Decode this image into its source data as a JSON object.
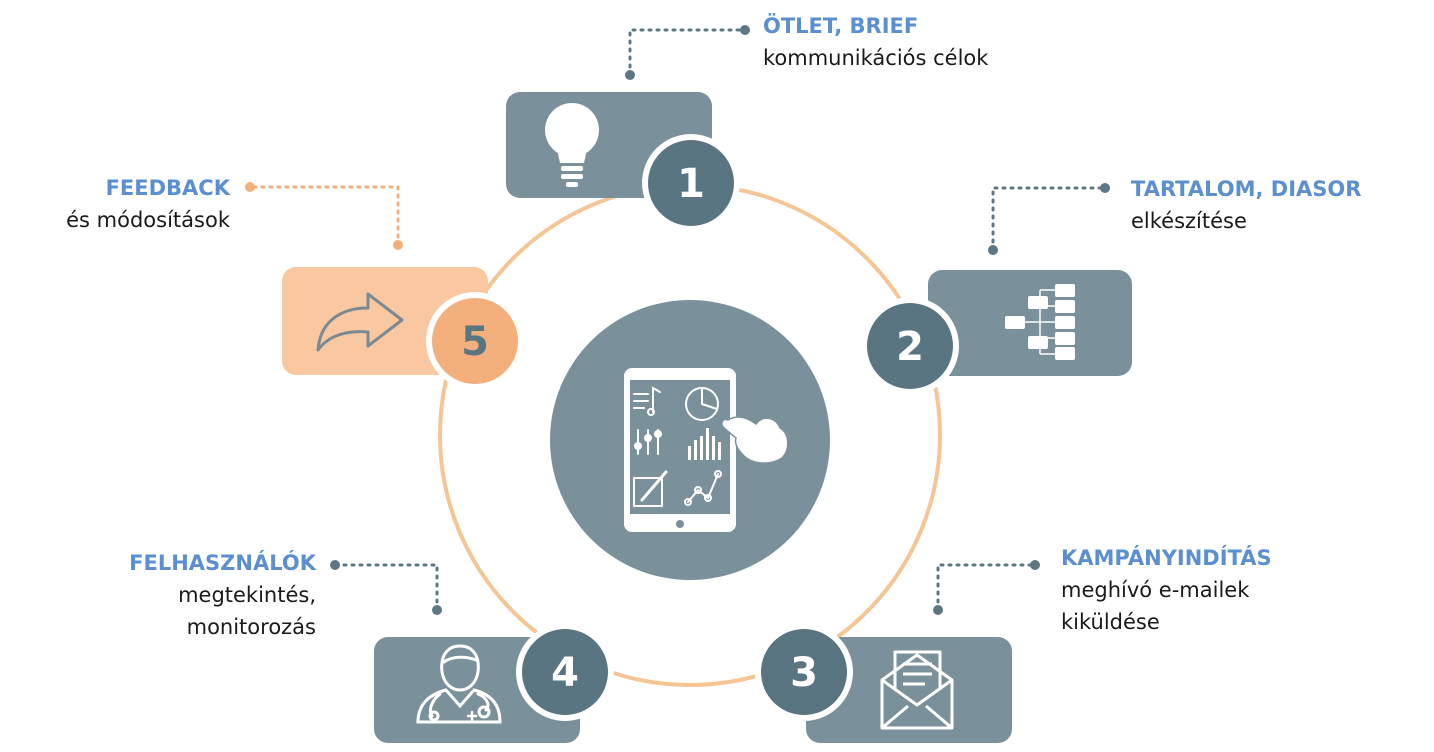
{
  "steps": [
    {
      "number": "1",
      "title": "ÖTLET, BRIEF",
      "subtitle": [
        "kommunikációs célok"
      ],
      "icon": "lightbulb-icon"
    },
    {
      "number": "2",
      "title": "TARTALOM, DIASOR",
      "subtitle": [
        "elkészítése"
      ],
      "icon": "sitemap-icon"
    },
    {
      "number": "3",
      "title": "KAMPÁNYINDÍTÁS",
      "subtitle": [
        "meghívó e-mailek",
        "kiküldése"
      ],
      "icon": "envelope-icon"
    },
    {
      "number": "4",
      "title": "FELHASZNÁLÓK",
      "subtitle": [
        "megtekintés,",
        "monitorozás"
      ],
      "icon": "doctor-icon"
    },
    {
      "number": "5",
      "title": "FEEDBACK",
      "subtitle": [
        "és módosítások"
      ],
      "icon": "share-arrow-icon"
    }
  ],
  "center": {
    "icon": "tablet-touch-icon"
  },
  "colors": {
    "slate": "#7A919B",
    "slate_dark": "#5A7582",
    "peach": "#F9C8A0",
    "peach_dark": "#F3B07C",
    "ring": "#F5C595",
    "title_blue": "#5B8FD0",
    "dot_grey": "#5E7784",
    "dot_orange": "#F3B07C"
  }
}
